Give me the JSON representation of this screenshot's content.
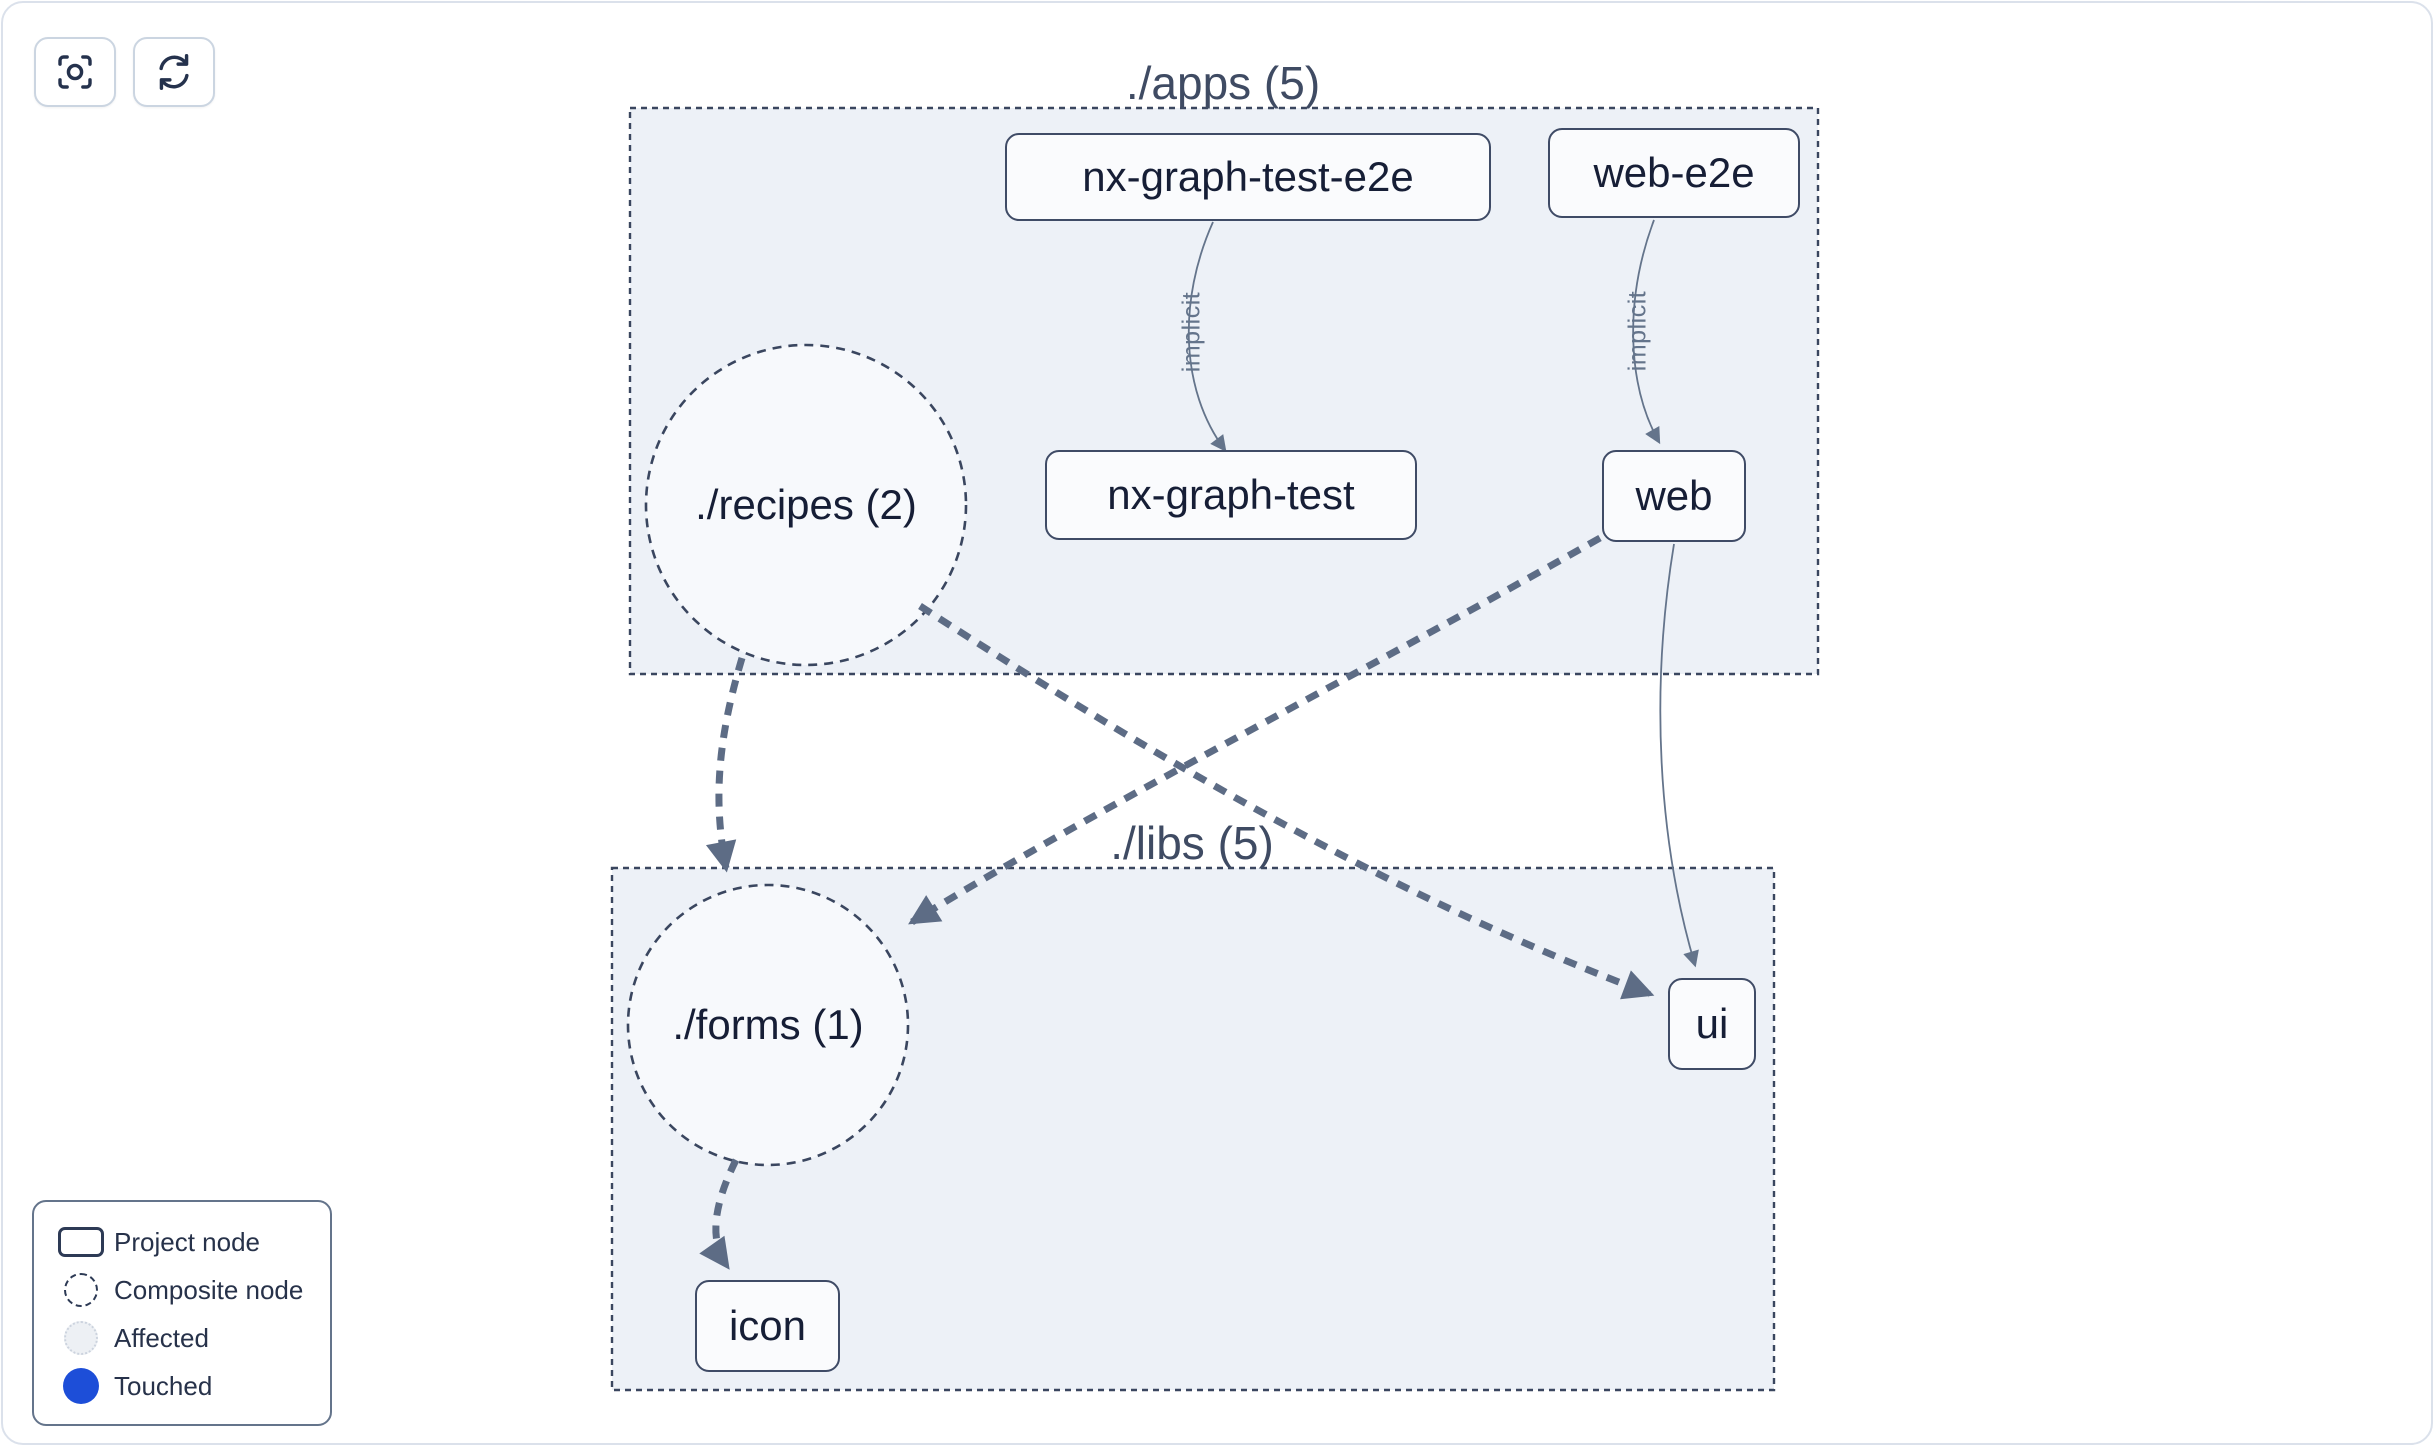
{
  "toolbar": {
    "focus_button": {
      "icon": "focus-icon"
    },
    "refresh_button": {
      "icon": "refresh-icon"
    }
  },
  "graph": {
    "groups": [
      {
        "id": "apps",
        "label": "./apps (5)"
      },
      {
        "id": "libs",
        "label": "./libs (5)"
      }
    ],
    "composite_nodes": [
      {
        "id": "recipes",
        "label": "./recipes (2)",
        "group": "apps"
      },
      {
        "id": "forms",
        "label": "./forms (1)",
        "group": "libs"
      }
    ],
    "project_nodes": [
      {
        "id": "nx-graph-test-e2e",
        "label": "nx-graph-test-e2e",
        "group": "apps"
      },
      {
        "id": "web-e2e",
        "label": "web-e2e",
        "group": "apps"
      },
      {
        "id": "nx-graph-test",
        "label": "nx-graph-test",
        "group": "apps"
      },
      {
        "id": "web",
        "label": "web",
        "group": "apps"
      },
      {
        "id": "ui",
        "label": "ui",
        "group": "libs"
      },
      {
        "id": "icon",
        "label": "icon",
        "group": "libs"
      }
    ],
    "edges": [
      {
        "from": "nx-graph-test-e2e",
        "to": "nx-graph-test",
        "type": "implicit",
        "label": "implicit"
      },
      {
        "from": "web-e2e",
        "to": "web",
        "type": "implicit",
        "label": "implicit"
      },
      {
        "from": "web",
        "to": "ui",
        "type": "direct"
      },
      {
        "from": "./recipes",
        "to": "./forms",
        "type": "composite"
      },
      {
        "from": "./recipes",
        "to": "ui",
        "type": "composite"
      },
      {
        "from": "web",
        "to": "./forms",
        "type": "composite"
      },
      {
        "from": "./forms",
        "to": "icon",
        "type": "composite"
      }
    ]
  },
  "legend": {
    "items": [
      {
        "swatch": "project-node-swatch",
        "label": "Project node"
      },
      {
        "swatch": "composite-node-swatch",
        "label": "Composite node"
      },
      {
        "swatch": "affected-swatch",
        "label": "Affected"
      },
      {
        "swatch": "touched-swatch",
        "label": "Touched"
      }
    ]
  },
  "colors": {
    "group_fill": "#edf1f7",
    "group_border": "#3a465f",
    "composite_fill": "#f7f9fc",
    "node_fill": "#fafbfd",
    "node_border": "#3f4b66",
    "node_text": "#161e36",
    "group_label_text": "#3f4b63",
    "composite_edge": "#5d6c85",
    "implicit_edge": "#64748b",
    "touched_blue": "#1d4ed8",
    "affected_fill": "#edf0f4",
    "legend_text": "#27324a"
  }
}
